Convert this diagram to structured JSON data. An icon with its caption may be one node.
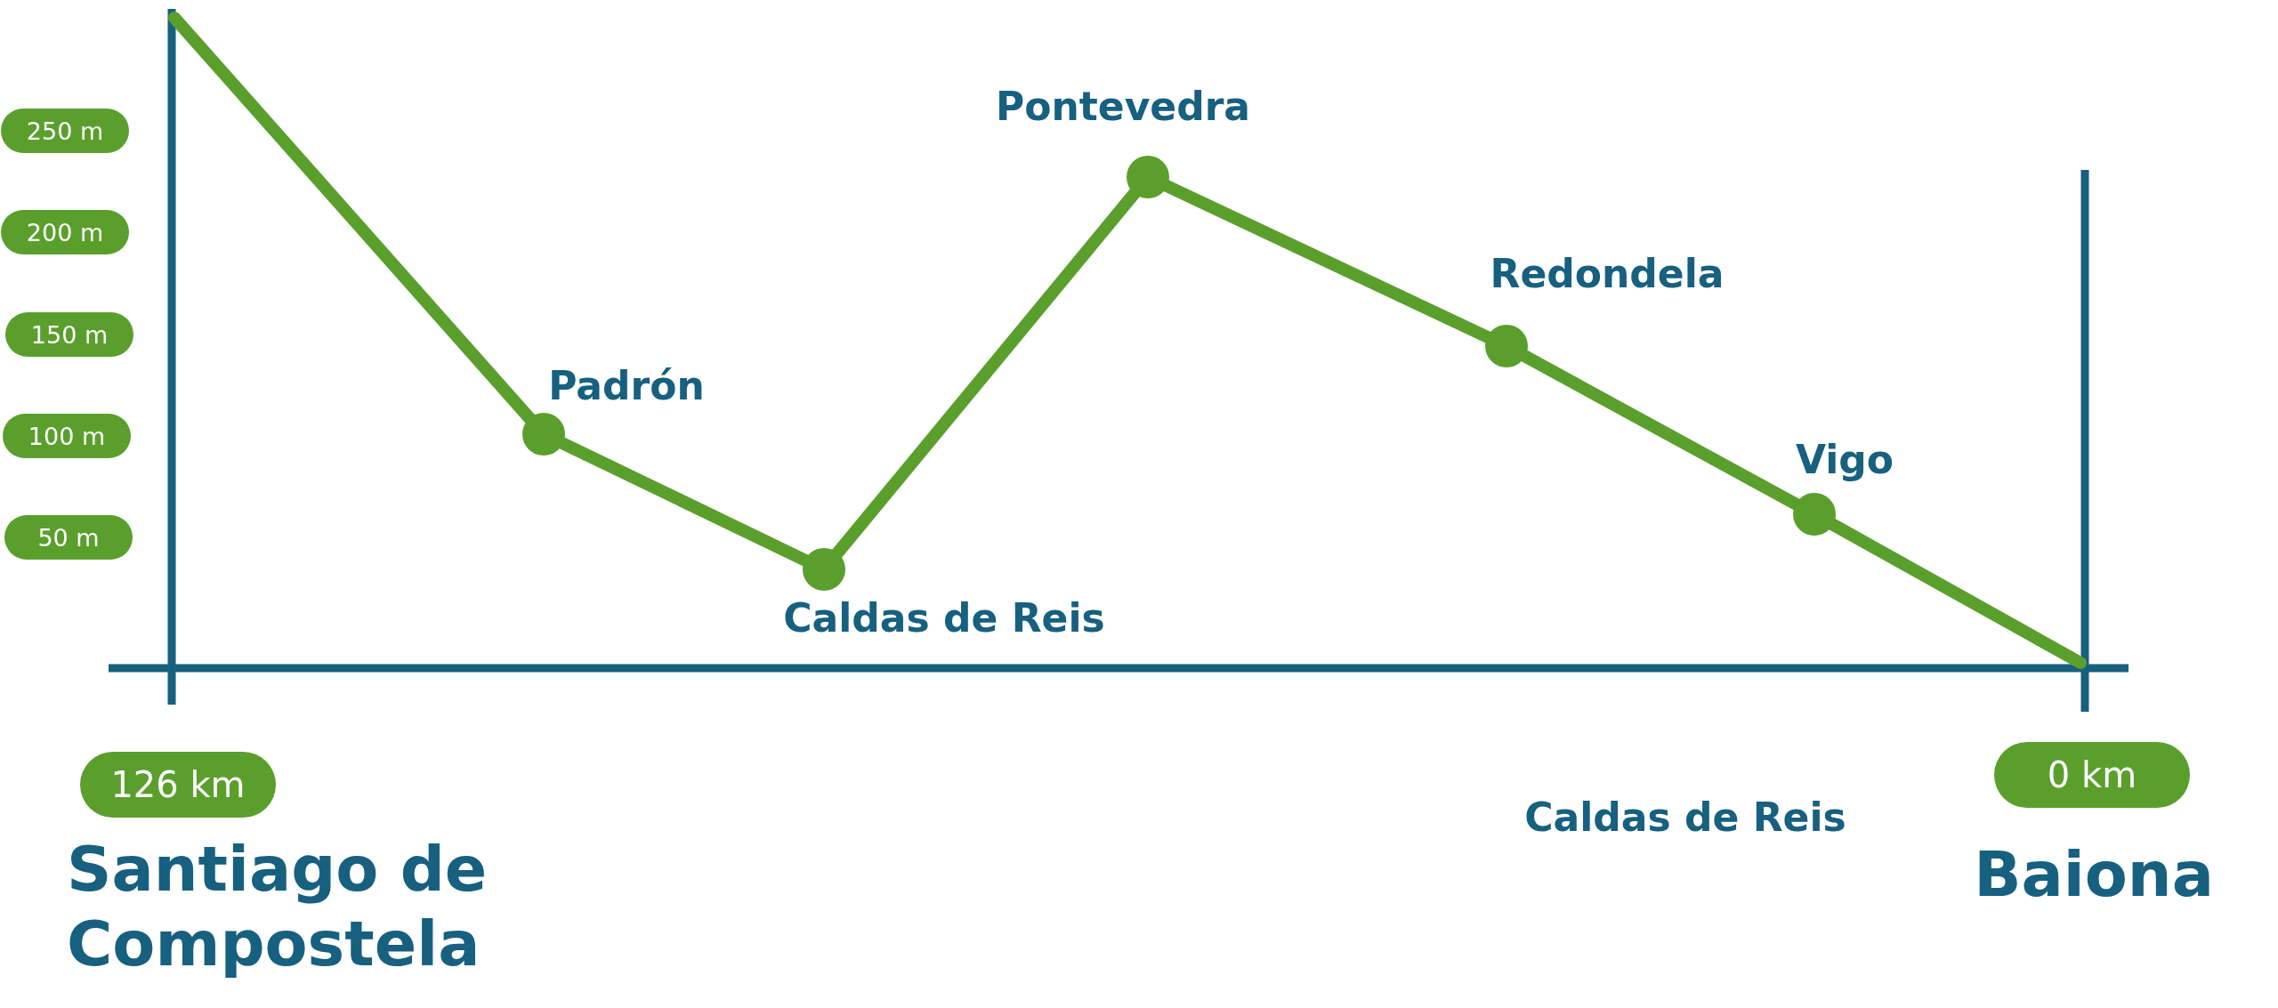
{
  "diagram": {
    "labels": [
      "250 m",
      "Pontevedra",
      "200 m",
      "Redondela",
      "150 m",
      "Padrón",
      "100 m",
      "Vigo",
      "50 m",
      "Caldas de Reis",
      "126 km",
      "0 km",
      "Caldas de Reis",
      "Santiago de Compostela",
      "Baiona"
    ]
  }
}
